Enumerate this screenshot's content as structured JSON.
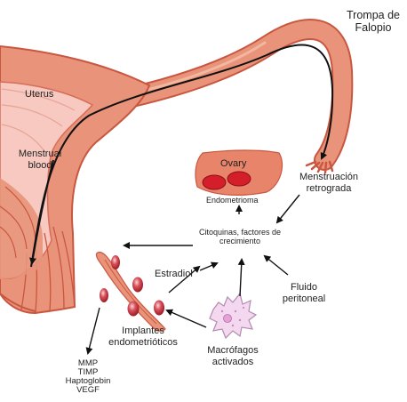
{
  "labels": {
    "fallopian_tube": "Trompa de Falopio",
    "uterus": "Uterus",
    "menstrual_blood": "Menstrual blood",
    "ovary": "Ovary",
    "retrograde_menstruation": "Menstruación retrograda",
    "endometrioma": "Endometrioma",
    "cytokines": "Citoquinas, factores de crecimiento",
    "estradiol": "Estradiol",
    "peritoneal_fluid": "Fluido peritoneal",
    "implants": "Implantes endometrióticos",
    "macrophages": "Macrófagos activados",
    "markers": [
      "MMP",
      "TIMP",
      "Haptoglobin",
      "VEGF"
    ]
  },
  "colors": {
    "tissue": "#e8937a",
    "tissue_dark": "#c9573f",
    "tissue_light": "#f2b79f",
    "lining": "#f7c9c0",
    "ovary": "#e8846a",
    "follicle": "#d41e2a",
    "implant_fill": "#c0242f",
    "macrophage": "#f3d8ef",
    "arrow": "#111111"
  }
}
